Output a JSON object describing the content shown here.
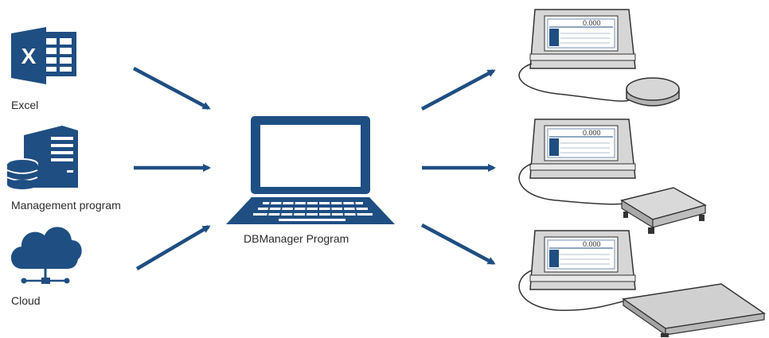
{
  "sources": {
    "excel": {
      "label": "Excel",
      "icon": "excel-icon",
      "glyph": "X"
    },
    "management": {
      "label": "Management program",
      "icon": "server-database-icon"
    },
    "cloud": {
      "label": "Cloud",
      "icon": "cloud-network-icon"
    }
  },
  "hub": {
    "label": "DBManager Program",
    "icon": "laptop-icon"
  },
  "terminals": [
    {
      "display_value": "0.000",
      "scale": "round-platform-scale-icon"
    },
    {
      "display_value": "0.000",
      "scale": "bench-scale-icon"
    },
    {
      "display_value": "0.000",
      "scale": "floor-platform-scale-icon"
    }
  ],
  "colors": {
    "accent": "#1f4e82",
    "device_gray": "#c8c8c8",
    "line": "#333333"
  }
}
